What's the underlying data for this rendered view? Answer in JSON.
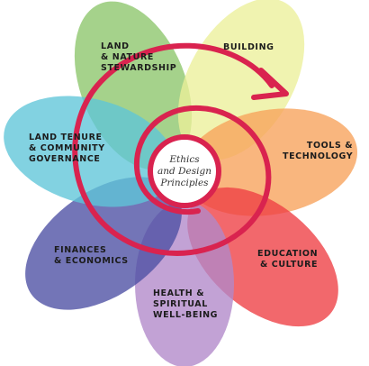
{
  "center": {
    "line1": "Ethics",
    "line2": "and Design",
    "line3": "Principles"
  },
  "petals": [
    {
      "id": "land",
      "lines": [
        "LAND",
        "& NATURE",
        "STEWARDSHIP"
      ],
      "color": "#8cc56a"
    },
    {
      "id": "building",
      "lines": [
        "BUILDING"
      ],
      "color": "#ecef9a"
    },
    {
      "id": "tools",
      "lines": [
        "TOOLS &",
        "TECHNOLOGY"
      ],
      "color": "#f7a25a"
    },
    {
      "id": "education",
      "lines": [
        "EDUCATION",
        "& CULTURE"
      ],
      "color": "#ee3e43"
    },
    {
      "id": "health",
      "lines": [
        "HEALTH &",
        "SPIRITUAL",
        "WELL-BEING"
      ],
      "color": "#b188c9"
    },
    {
      "id": "finances",
      "lines": [
        "FINANCES",
        "& ECONOMICS"
      ],
      "color": "#4b4ea3"
    },
    {
      "id": "tenure",
      "lines": [
        "LAND TENURE",
        "& COMMUNITY",
        "GOVERNANCE"
      ],
      "color": "#5fc5d8"
    }
  ],
  "spiral_color": "#d9234f"
}
